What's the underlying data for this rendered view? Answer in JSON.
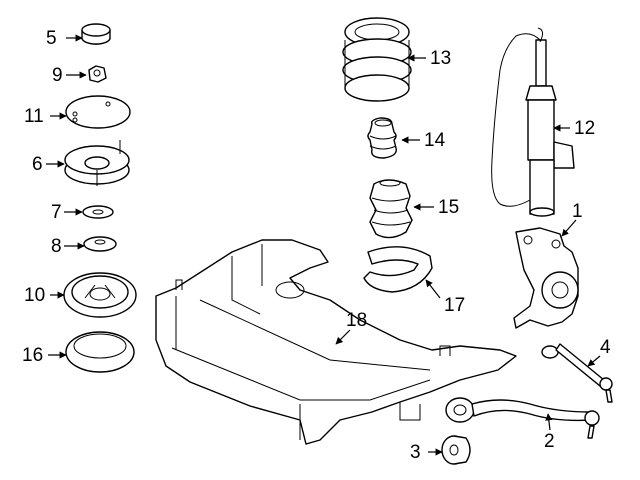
{
  "callouts": [
    {
      "id": "c5",
      "number": "5"
    },
    {
      "id": "c9",
      "number": "9"
    },
    {
      "id": "c11",
      "number": "11"
    },
    {
      "id": "c6",
      "number": "6"
    },
    {
      "id": "c7",
      "number": "7"
    },
    {
      "id": "c8",
      "number": "8"
    },
    {
      "id": "c10",
      "number": "10"
    },
    {
      "id": "c16",
      "number": "16"
    },
    {
      "id": "c13",
      "number": "13"
    },
    {
      "id": "c14",
      "number": "14"
    },
    {
      "id": "c15",
      "number": "15"
    },
    {
      "id": "c17",
      "number": "17"
    },
    {
      "id": "c18",
      "number": "18"
    },
    {
      "id": "c12",
      "number": "12"
    },
    {
      "id": "c1",
      "number": "1"
    },
    {
      "id": "c4",
      "number": "4"
    },
    {
      "id": "c2",
      "number": "2"
    },
    {
      "id": "c3",
      "number": "3"
    }
  ]
}
